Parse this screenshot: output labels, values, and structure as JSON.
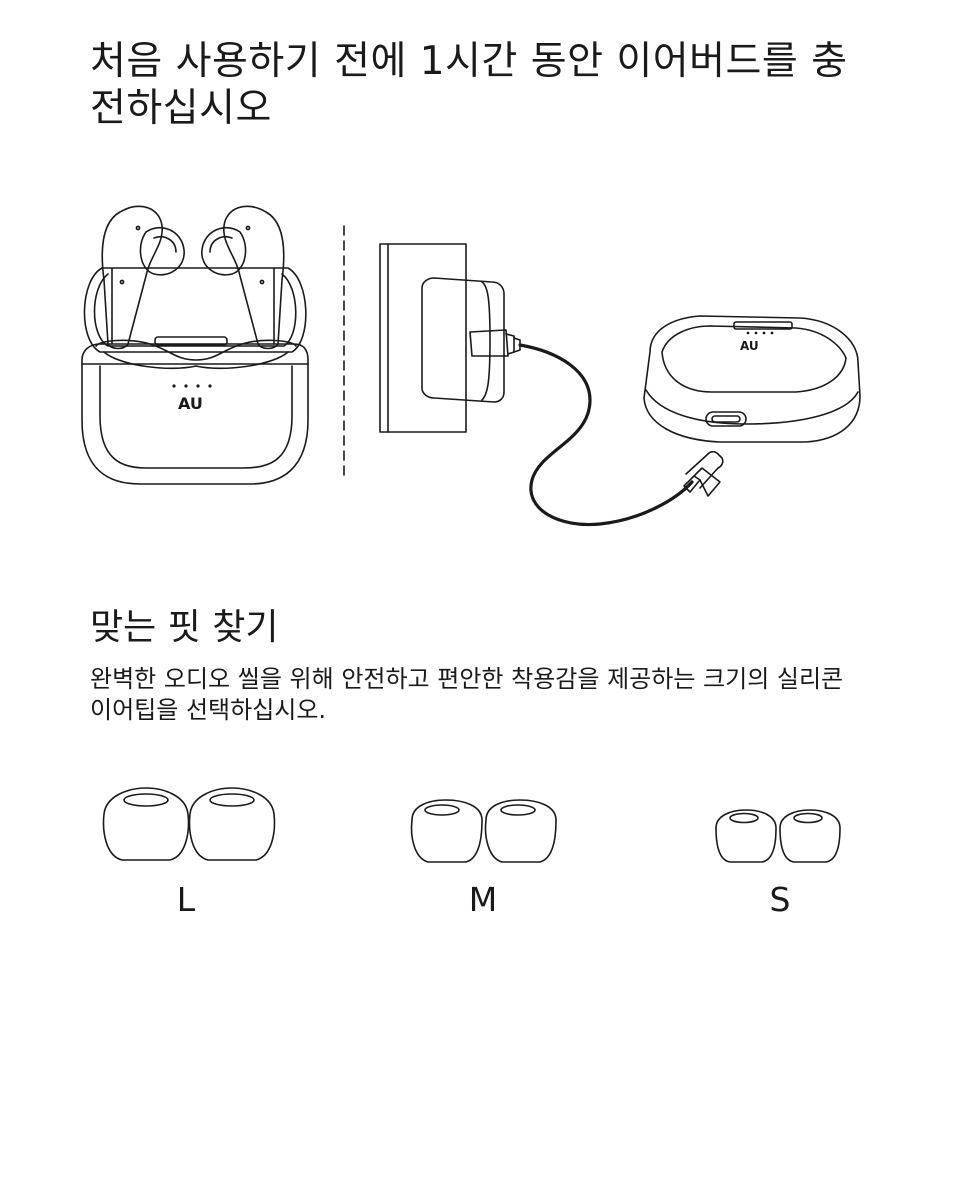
{
  "charge": {
    "title": "처음 사용하기 전에 1시간 동안 이어버드를 충전하십시오",
    "logo_text": "AU"
  },
  "fit": {
    "title": "맞는 핏 찾기",
    "description": "완벽한 오디오 씰을 위해 안전하고 편안한 착용감을 제공하는 크기의 실리콘 이어팁을 선택하십시오.",
    "sizes": [
      "L",
      "M",
      "S"
    ]
  }
}
